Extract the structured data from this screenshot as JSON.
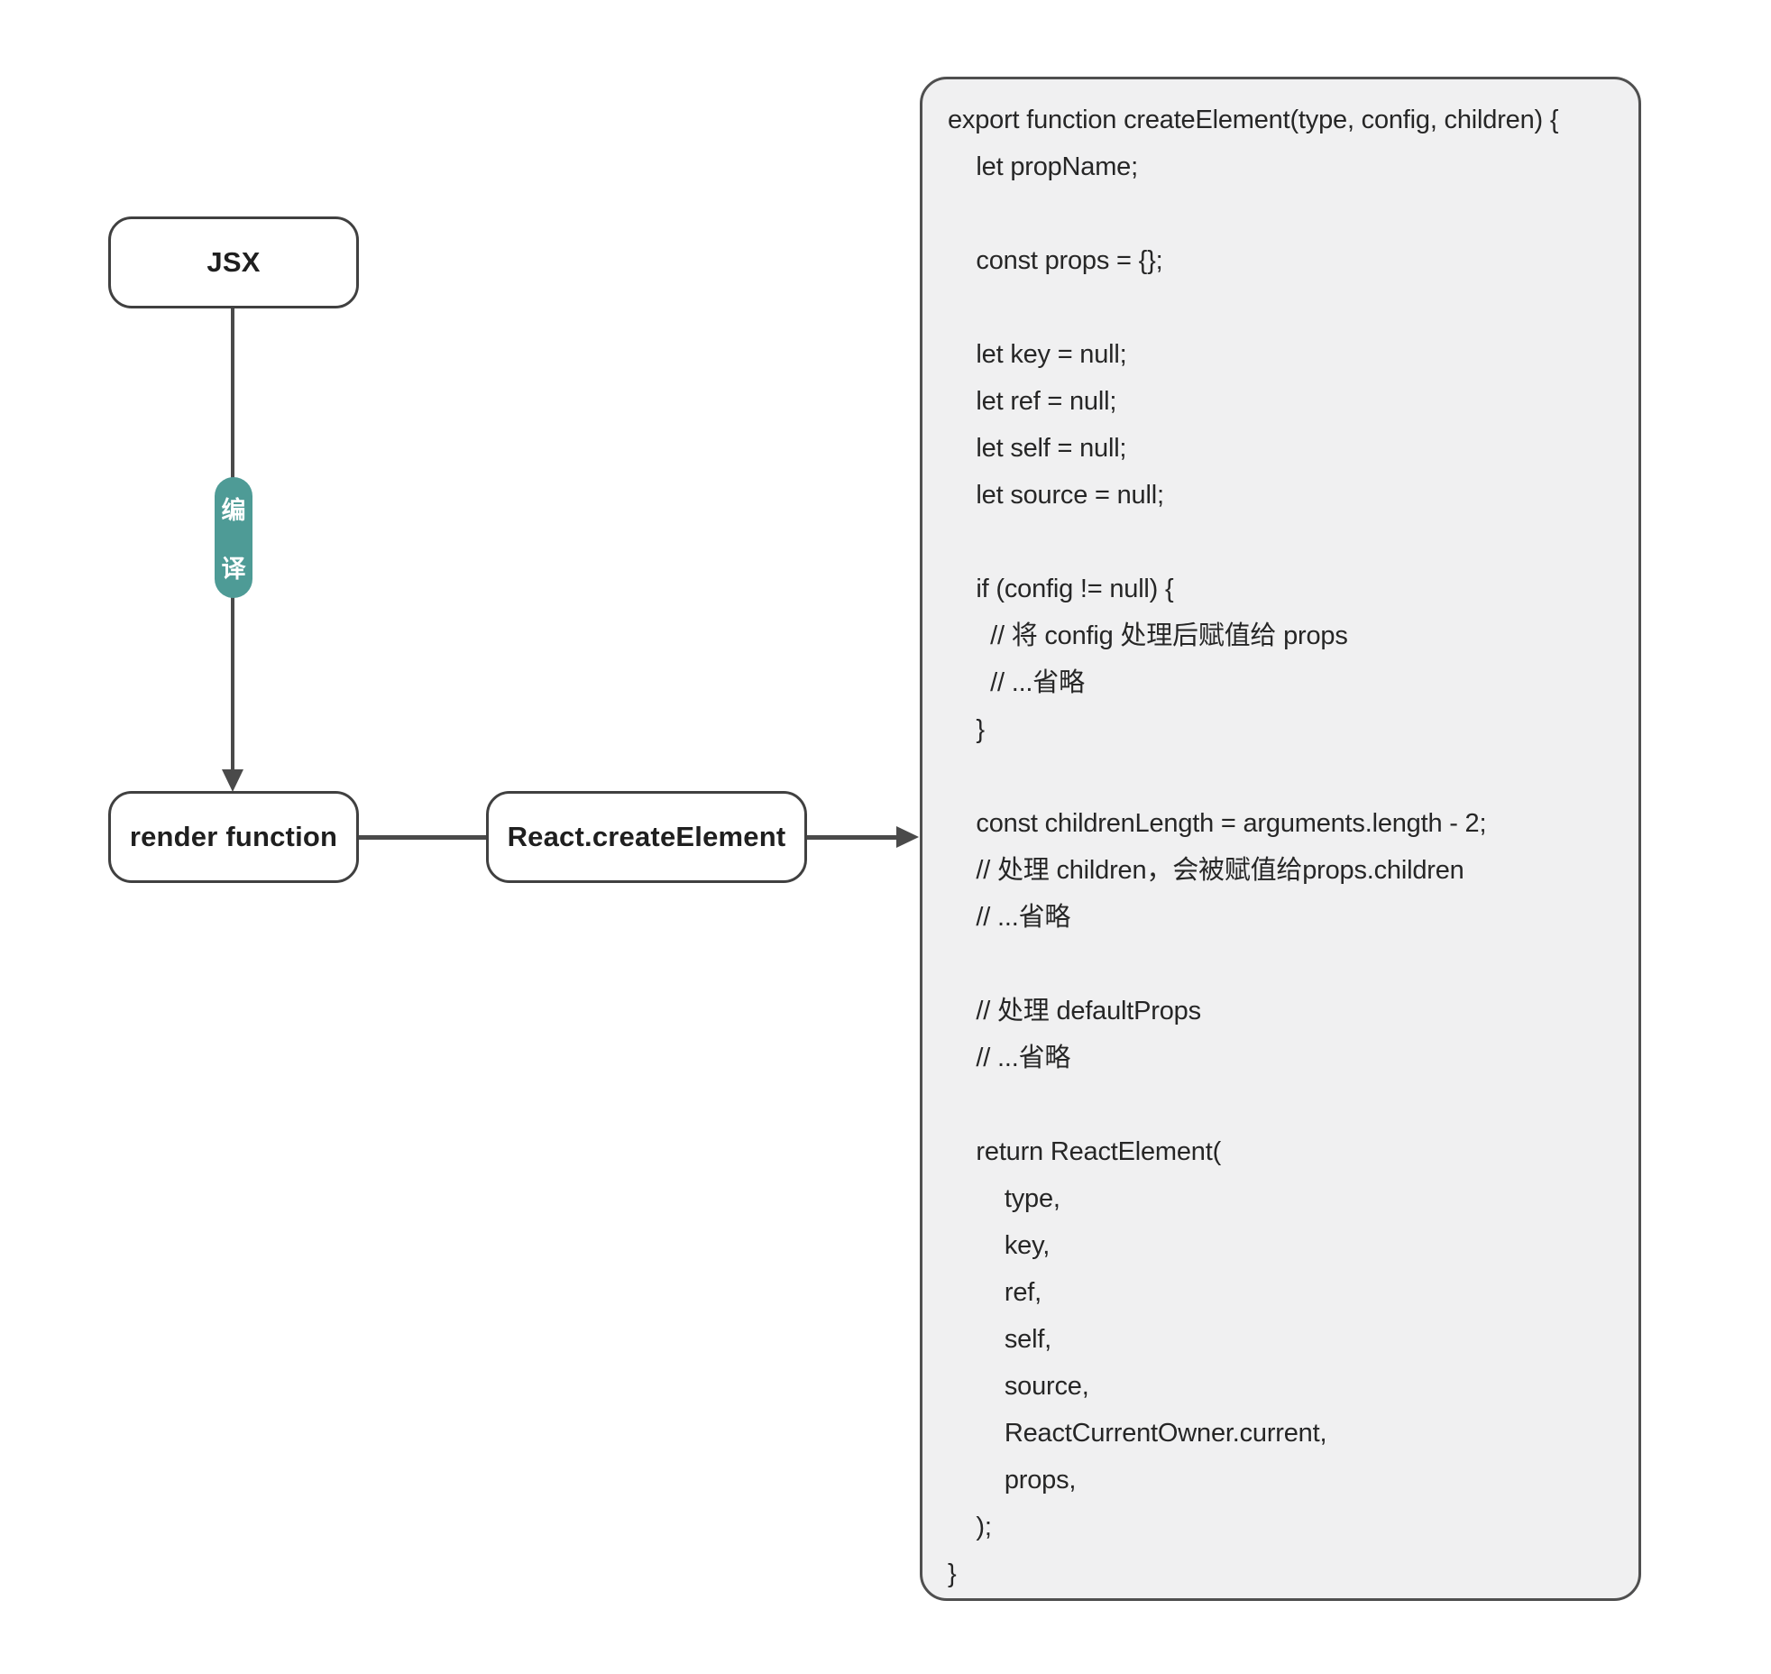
{
  "diagram": {
    "nodes": {
      "jsx": "JSX",
      "render_function": "render function",
      "create_element": "React.createElement"
    },
    "edge_pill": {
      "char_top": "编",
      "char_bottom": "译"
    },
    "colors": {
      "pill_bg": "#4E9B96",
      "pill_text": "#FFFFFF",
      "connector": "#4A4A4A",
      "node_border": "#404040",
      "node_bg": "#FFFFFF"
    }
  },
  "code_panel": {
    "colors": {
      "bg": "#F0F0F1",
      "border": "#4F4F4F",
      "text": "#262626"
    },
    "lines": [
      "export function createElement(type, config, children) {",
      "    let propName;",
      "",
      "    const props = {};",
      "",
      "    let key = null;",
      "    let ref = null;",
      "    let self = null;",
      "    let source = null;",
      "",
      "    if (config != null) {",
      "      // 将 config 处理后赋值给 props",
      "      // ...省略",
      "    }",
      "",
      "    const childrenLength = arguments.length - 2;",
      "    // 处理 children，会被赋值给props.children",
      "    // ...省略",
      "",
      "    // 处理 defaultProps",
      "    // ...省略",
      "",
      "    return ReactElement(",
      "        type,",
      "        key,",
      "        ref,",
      "        self,",
      "        source,",
      "        ReactCurrentOwner.current,",
      "        props,",
      "    );",
      "}"
    ]
  }
}
